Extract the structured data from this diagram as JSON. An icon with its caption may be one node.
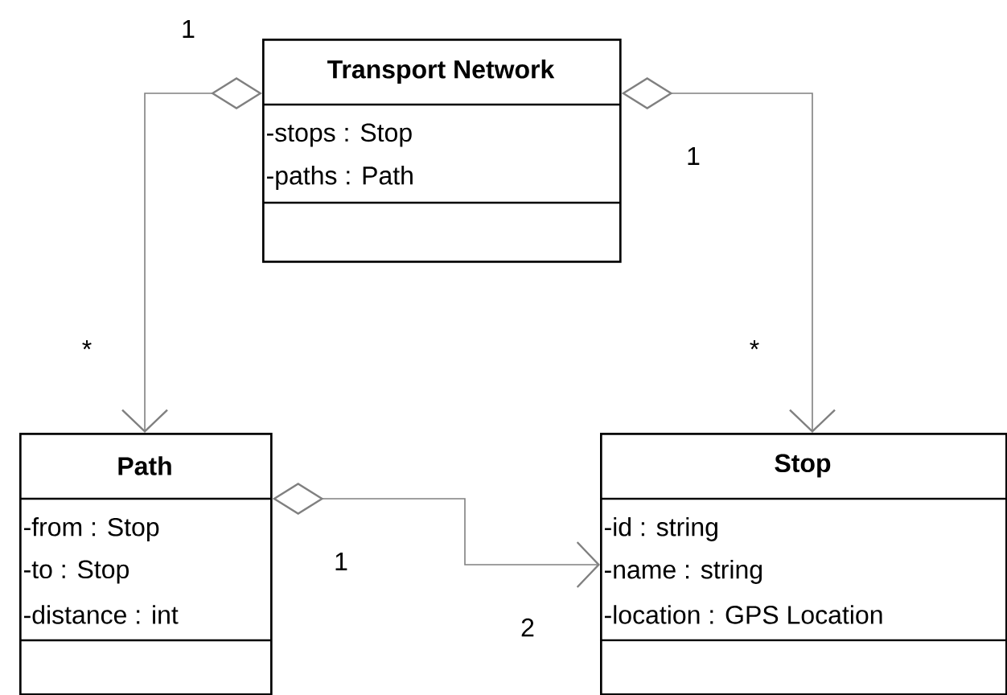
{
  "diagram": {
    "nodes": [
      {
        "text": [
          "Transport Network",
          "-stops : Stop",
          "-paths : Path"
        ]
      },
      {
        "text": [
          "Path",
          "-from : Stop",
          "-to : Stop",
          "-distance : int"
        ]
      },
      {
        "text": [
          "Stop",
          "-id : string",
          "-name : string",
          "-location : GPS Location"
        ]
      }
    ],
    "edges": [
      {
        "from": 0,
        "to": 1,
        "arrow": "to"
      },
      {
        "from": 0,
        "to": 2,
        "arrow": "to"
      },
      {
        "from": 1,
        "to": 2,
        "arrow": "to"
      }
    ],
    "labels": [
      "1",
      "1",
      "*",
      "*",
      "1",
      "2"
    ]
  }
}
